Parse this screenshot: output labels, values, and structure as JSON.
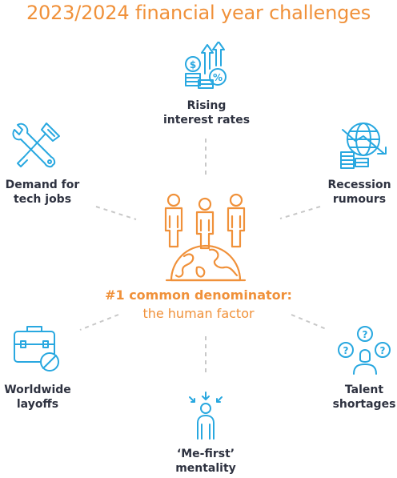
{
  "title": "2023/2024 financial year challenges",
  "center": {
    "headline": "#1 common denominator:",
    "subline": "the human factor"
  },
  "challenges": [
    {
      "line1": "Rising",
      "line2": "interest rates",
      "icon": "money-growth-icon"
    },
    {
      "line1": "Demand for",
      "line2": "tech jobs",
      "icon": "tools-icon"
    },
    {
      "line1": "Recession",
      "line2": "rumours",
      "icon": "globe-coins-decline-icon"
    },
    {
      "line1": "Worldwide",
      "line2": "layoffs",
      "icon": "briefcase-ban-icon"
    },
    {
      "line1": "Talent",
      "line2": "shortages",
      "icon": "person-questions-icon"
    },
    {
      "line1": "‘Me-first’",
      "line2": "mentality",
      "icon": "person-arrows-icon"
    }
  ],
  "colors": {
    "accent": "#f0913a",
    "icon": "#29a8e0",
    "text": "#2e3240",
    "dash": "#c8c8c8"
  }
}
